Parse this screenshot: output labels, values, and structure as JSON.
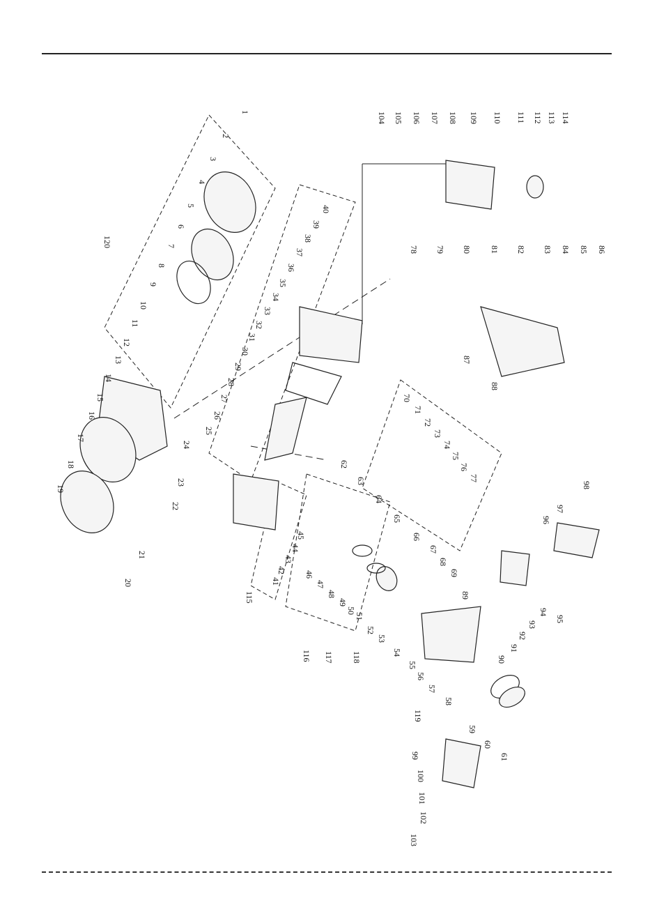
{
  "page": {
    "title": ""
  },
  "callouts": [
    "1",
    "2",
    "3",
    "4",
    "5",
    "6",
    "7",
    "8",
    "9",
    "10",
    "11",
    "12",
    "13",
    "14",
    "15",
    "16",
    "17",
    "18",
    "19",
    "20",
    "21",
    "22",
    "23",
    "24",
    "25",
    "26",
    "27",
    "28",
    "29",
    "30",
    "31",
    "32",
    "33",
    "34",
    "35",
    "36",
    "37",
    "38",
    "39",
    "40",
    "41",
    "42",
    "43",
    "44",
    "45",
    "46",
    "47",
    "48",
    "49",
    "50",
    "51",
    "52",
    "53",
    "54",
    "55",
    "56",
    "57",
    "58",
    "59",
    "60",
    "61",
    "62",
    "63",
    "64",
    "65",
    "66",
    "67",
    "68",
    "69",
    "70",
    "71",
    "72",
    "73",
    "74",
    "75",
    "76",
    "77",
    "78",
    "79",
    "80",
    "81",
    "82",
    "83",
    "84",
    "85",
    "86",
    "87",
    "88",
    "89",
    "90",
    "91",
    "92",
    "93",
    "94",
    "95",
    "96",
    "97",
    "98",
    "99",
    "100",
    "101",
    "102",
    "103",
    "104",
    "105",
    "106",
    "107",
    "108",
    "109",
    "110",
    "111",
    "112",
    "113",
    "114",
    "115",
    "116",
    "117",
    "118",
    "119",
    "120"
  ],
  "groups": [
    {
      "id": "recoil-starter",
      "parts": [
        "1",
        "2",
        "3",
        "4",
        "5",
        "6",
        "7",
        "8",
        "9",
        "10",
        "11",
        "12",
        "13",
        "14",
        "15",
        "120"
      ]
    },
    {
      "id": "crankcase-cover",
      "parts": [
        "22",
        "23",
        "24",
        "25",
        "26",
        "27",
        "28",
        "29",
        "30"
      ]
    },
    {
      "id": "governor",
      "parts": [
        "41",
        "42",
        "43",
        "44",
        "45",
        "115",
        "116"
      ]
    },
    {
      "id": "piston-connecting-rod",
      "parts": [
        "46",
        "47",
        "48",
        "49",
        "50",
        "51",
        "52",
        "53",
        "117",
        "118"
      ]
    },
    {
      "id": "camshaft-valves",
      "parts": [
        "62",
        "63",
        "64",
        "65",
        "66",
        "67",
        "68",
        "69",
        "70",
        "71",
        "72",
        "73",
        "74",
        "75",
        "76",
        "77"
      ]
    },
    {
      "id": "fuel-tank",
      "parts": [
        "104",
        "105",
        "106",
        "107",
        "108",
        "109",
        "110",
        "111",
        "112",
        "113",
        "114"
      ]
    },
    {
      "id": "exhaust",
      "parts": [
        "99",
        "100",
        "101",
        "102",
        "103",
        "119"
      ]
    }
  ]
}
